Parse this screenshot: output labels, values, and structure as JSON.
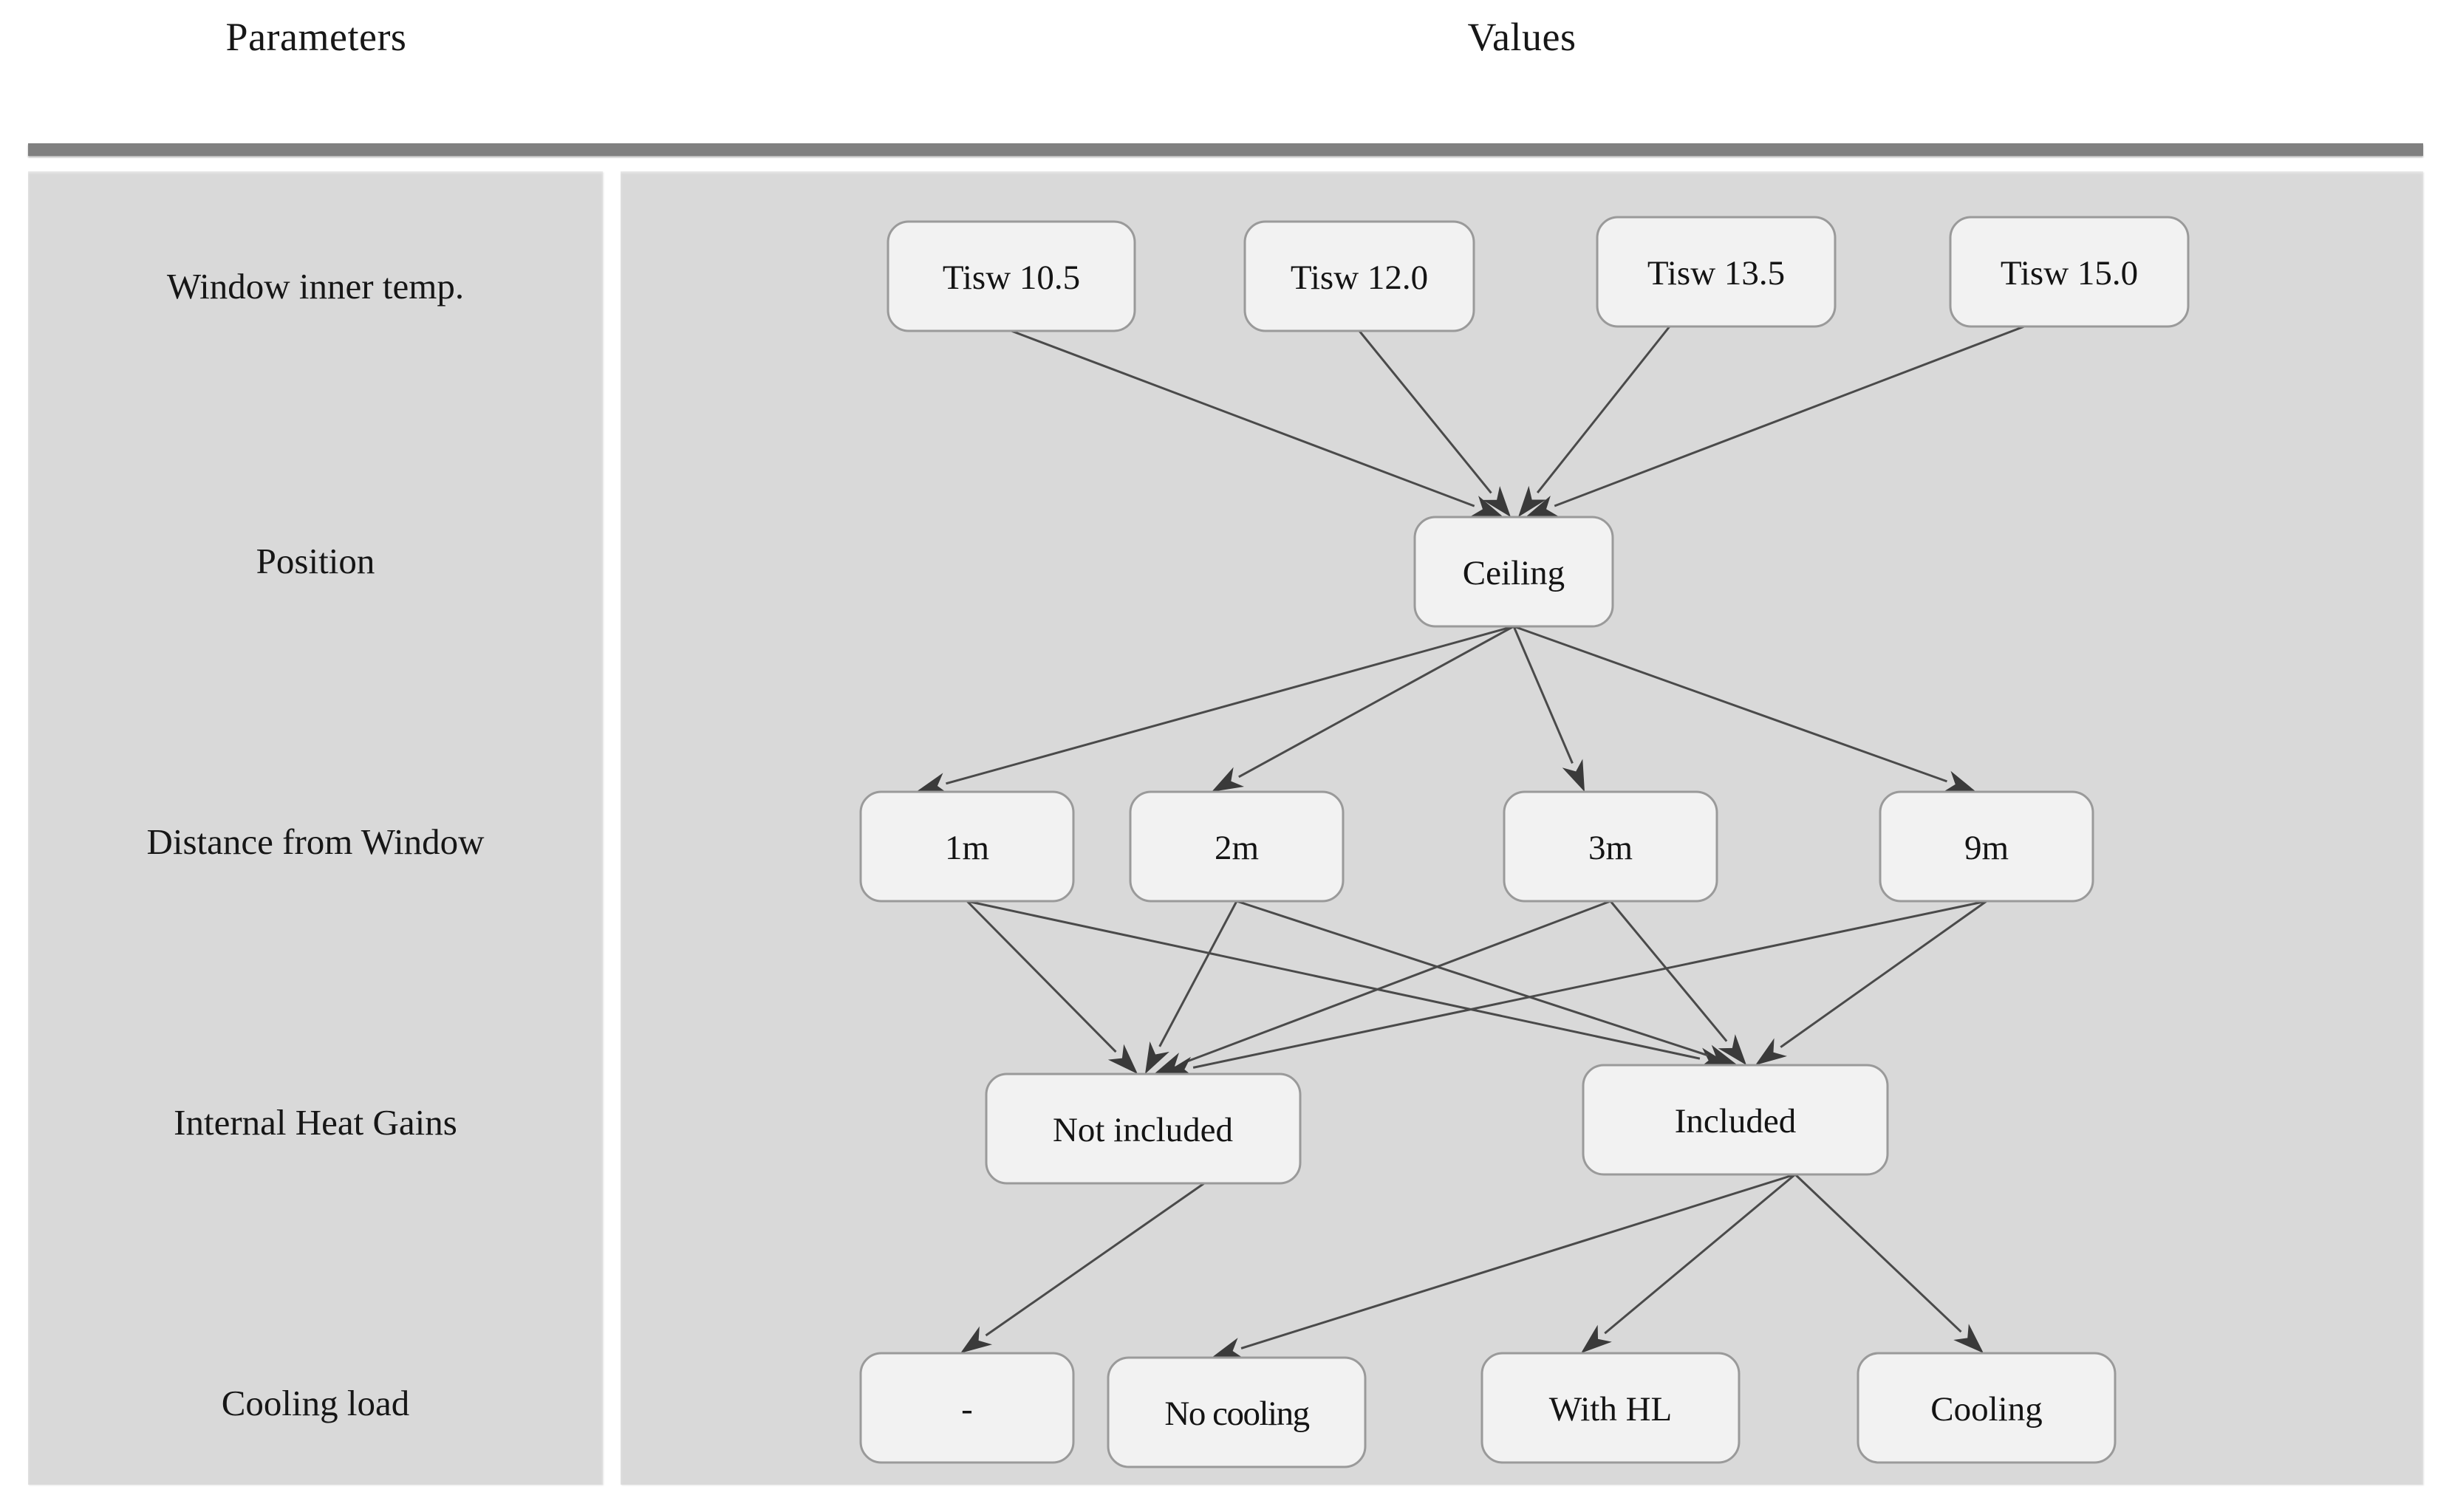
{
  "headers": {
    "parameters": "Parameters",
    "values": "Values"
  },
  "colors": {
    "panel_background": "#d9d9d9",
    "separator_bar": "#808080",
    "node_fill": "#f2f2f2",
    "node_border": "#9a9a9a",
    "edge": "#4a4a4a",
    "text": "#161616",
    "page_background": "#ffffff"
  },
  "parameters": [
    {
      "id": "window-inner-temp",
      "label": "Window inner temp."
    },
    {
      "id": "position",
      "label": "Position"
    },
    {
      "id": "distance-from-window",
      "label": "Distance from Window"
    },
    {
      "id": "internal-heat-gains",
      "label": "Internal Heat Gains"
    },
    {
      "id": "cooling-load",
      "label": "Cooling load"
    }
  ],
  "rows": [
    {
      "id": "window-inner-temp",
      "nodes": [
        {
          "id": "tisw-10-5",
          "label": "Tisw 10.5"
        },
        {
          "id": "tisw-12-0",
          "label": "Tisw 12.0"
        },
        {
          "id": "tisw-13-5",
          "label": "Tisw 13.5"
        },
        {
          "id": "tisw-15-0",
          "label": "Tisw 15.0"
        }
      ]
    },
    {
      "id": "position",
      "nodes": [
        {
          "id": "ceiling",
          "label": "Ceiling"
        }
      ]
    },
    {
      "id": "distance-from-window",
      "nodes": [
        {
          "id": "dist-1m",
          "label": "1m"
        },
        {
          "id": "dist-2m",
          "label": "2m"
        },
        {
          "id": "dist-3m",
          "label": "3m"
        },
        {
          "id": "dist-9m",
          "label": "9m"
        }
      ]
    },
    {
      "id": "internal-heat-gains",
      "nodes": [
        {
          "id": "not-included",
          "label": "Not included"
        },
        {
          "id": "included",
          "label": "Included"
        }
      ]
    },
    {
      "id": "cooling-load",
      "nodes": [
        {
          "id": "dash",
          "label": "-"
        },
        {
          "id": "no-cooling",
          "label": "No cooling"
        },
        {
          "id": "with-hl",
          "label": "With HL"
        },
        {
          "id": "cooling",
          "label": "Cooling"
        }
      ]
    }
  ],
  "edges": [
    {
      "from": "tisw-10-5",
      "to": "ceiling"
    },
    {
      "from": "tisw-12-0",
      "to": "ceiling"
    },
    {
      "from": "tisw-13-5",
      "to": "ceiling"
    },
    {
      "from": "tisw-15-0",
      "to": "ceiling"
    },
    {
      "from": "ceiling",
      "to": "dist-1m"
    },
    {
      "from": "ceiling",
      "to": "dist-2m"
    },
    {
      "from": "ceiling",
      "to": "dist-3m"
    },
    {
      "from": "ceiling",
      "to": "dist-9m"
    },
    {
      "from": "dist-1m",
      "to": "not-included"
    },
    {
      "from": "dist-1m",
      "to": "included"
    },
    {
      "from": "dist-2m",
      "to": "not-included"
    },
    {
      "from": "dist-2m",
      "to": "included"
    },
    {
      "from": "dist-3m",
      "to": "not-included"
    },
    {
      "from": "dist-3m",
      "to": "included"
    },
    {
      "from": "dist-9m",
      "to": "not-included"
    },
    {
      "from": "dist-9m",
      "to": "included"
    },
    {
      "from": "not-included",
      "to": "dash"
    },
    {
      "from": "included",
      "to": "no-cooling"
    },
    {
      "from": "included",
      "to": "with-hl"
    },
    {
      "from": "included",
      "to": "cooling"
    }
  ]
}
